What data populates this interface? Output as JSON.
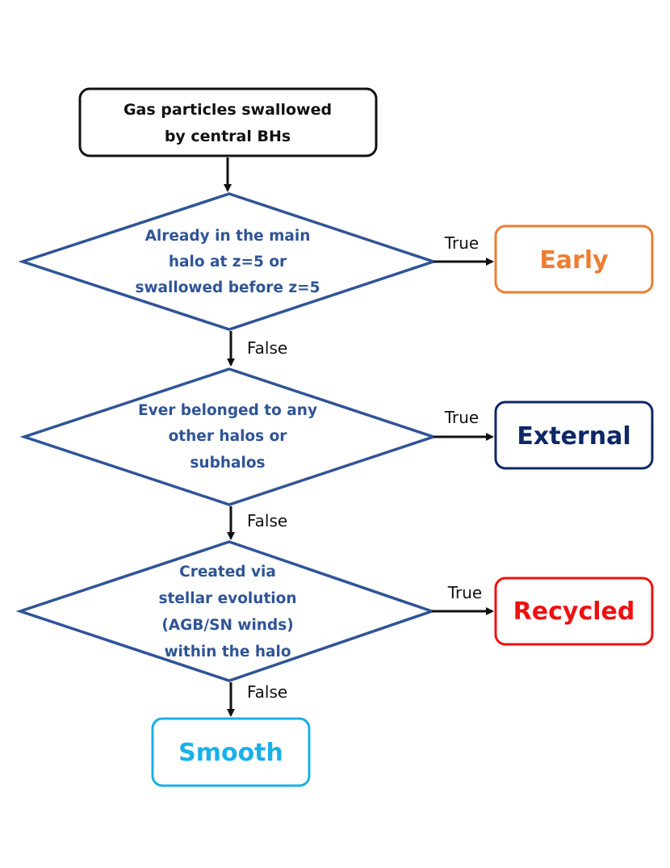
{
  "colors": {
    "decision_stroke": "#2f5496",
    "decision_text": "#2f5496",
    "arrow": "#111111",
    "early": "#ed7d31",
    "external": "#0d2766",
    "recycled": "#ee1111",
    "smooth": "#1ab0e8"
  },
  "start": {
    "line1": "Gas particles swallowed",
    "line2": "by central BHs"
  },
  "decisions": [
    {
      "lines": [
        "Already in the main",
        "halo at z=5 or",
        "swallowed before z=5"
      ],
      "true_label": "True",
      "false_label": "False"
    },
    {
      "lines": [
        "Ever belonged to any",
        "other halos or",
        "subhalos"
      ],
      "true_label": "True",
      "false_label": "False"
    },
    {
      "lines": [
        "Created via",
        "stellar evolution",
        "(AGB/SN winds)",
        "within the halo"
      ],
      "true_label": "True",
      "false_label": "False"
    }
  ],
  "outcomes": {
    "early": "Early",
    "external": "External",
    "recycled": "Recycled",
    "smooth": "Smooth"
  }
}
